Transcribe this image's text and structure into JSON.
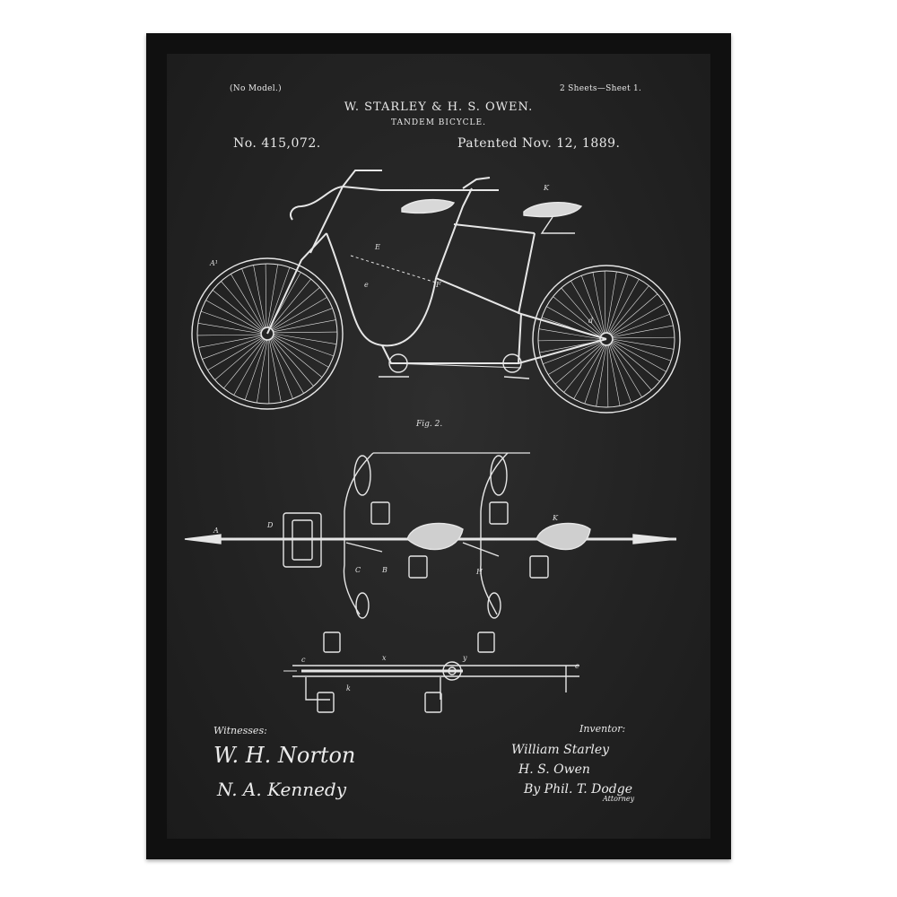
{
  "poster": {
    "header_left": "(No Model.)",
    "header_right": "2 Sheets—Sheet 1.",
    "title": "W. STARLEY & H. S. OWEN.",
    "subtitle": "TANDEM BICYCLE.",
    "patent_number": "No. 415,072.",
    "patent_date": "Patented Nov. 12, 1889.",
    "witnesses_label": "Witnesses:",
    "inventor_label": "Inventor:",
    "signatures": {
      "witness_1": "W. H. Norton",
      "witness_2": "N. A. Kennedy",
      "inventor_1": "William Starley",
      "inventor_2": "H. S. Owen",
      "attorney": "By Phil. T. Dodge",
      "attorney_title": "Attorney"
    },
    "figure_label": "Fig. 2.",
    "colors": {
      "frame": "#101010",
      "paper": "#242424",
      "ink": "#e8e8e8"
    }
  }
}
